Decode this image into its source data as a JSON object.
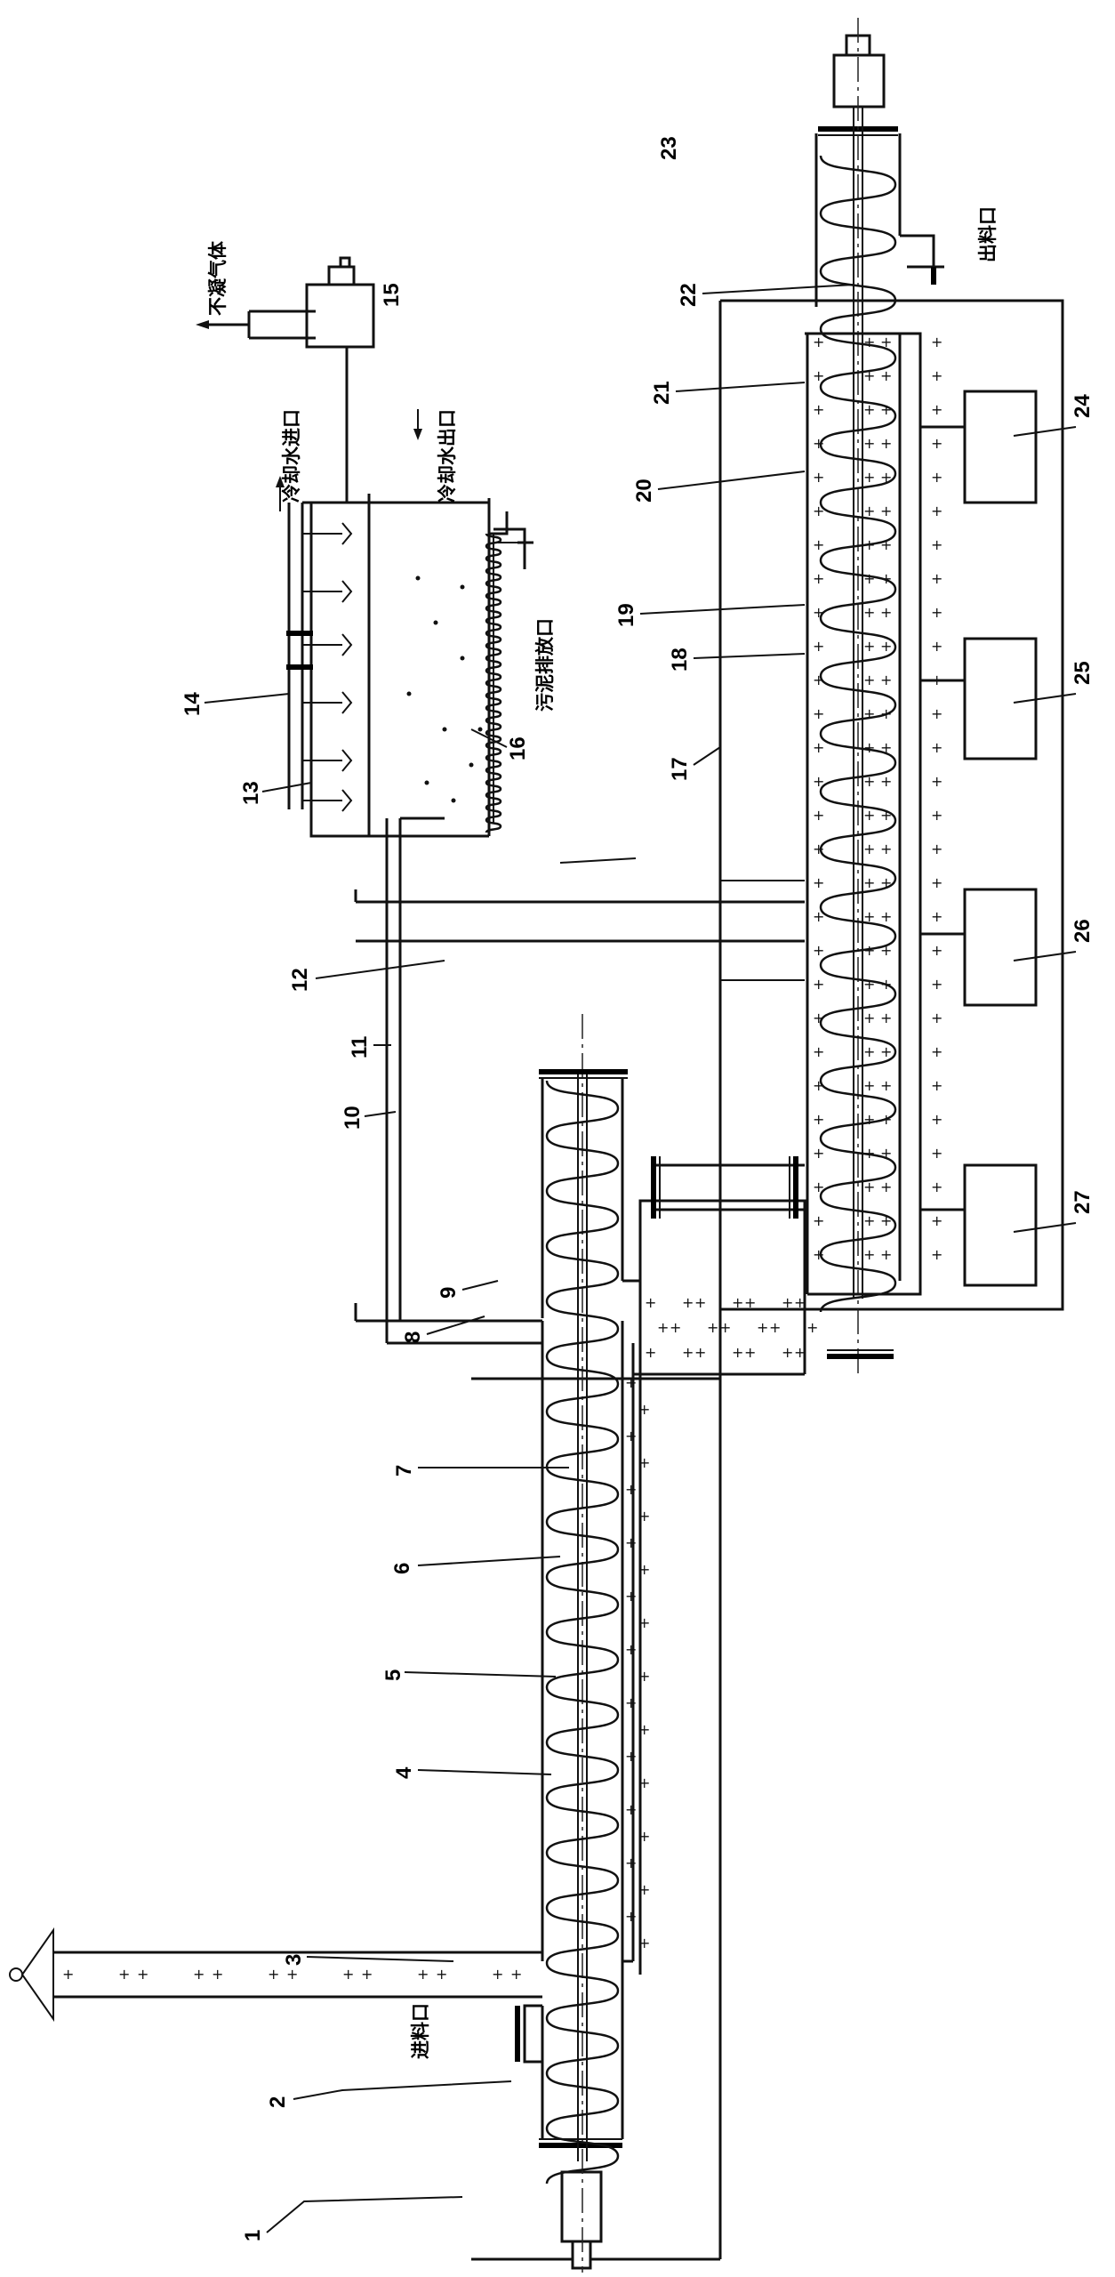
{
  "labels": {
    "feed_inlet": "进料口",
    "discharge_outlet": "出料口",
    "noncondensable_gas": "不凝气体",
    "cooling_water_inlet": "冷却水进口",
    "cooling_water_outlet": "冷却水出口",
    "sludge_outlet": "污泥排放口"
  },
  "part_numbers": [
    "1",
    "2",
    "3",
    "4",
    "5",
    "6",
    "7",
    "8",
    "9",
    "10",
    "11",
    "12",
    "13",
    "14",
    "15",
    "16",
    "17",
    "18",
    "19",
    "20",
    "21",
    "22",
    "23",
    "24",
    "25",
    "26",
    "27"
  ]
}
